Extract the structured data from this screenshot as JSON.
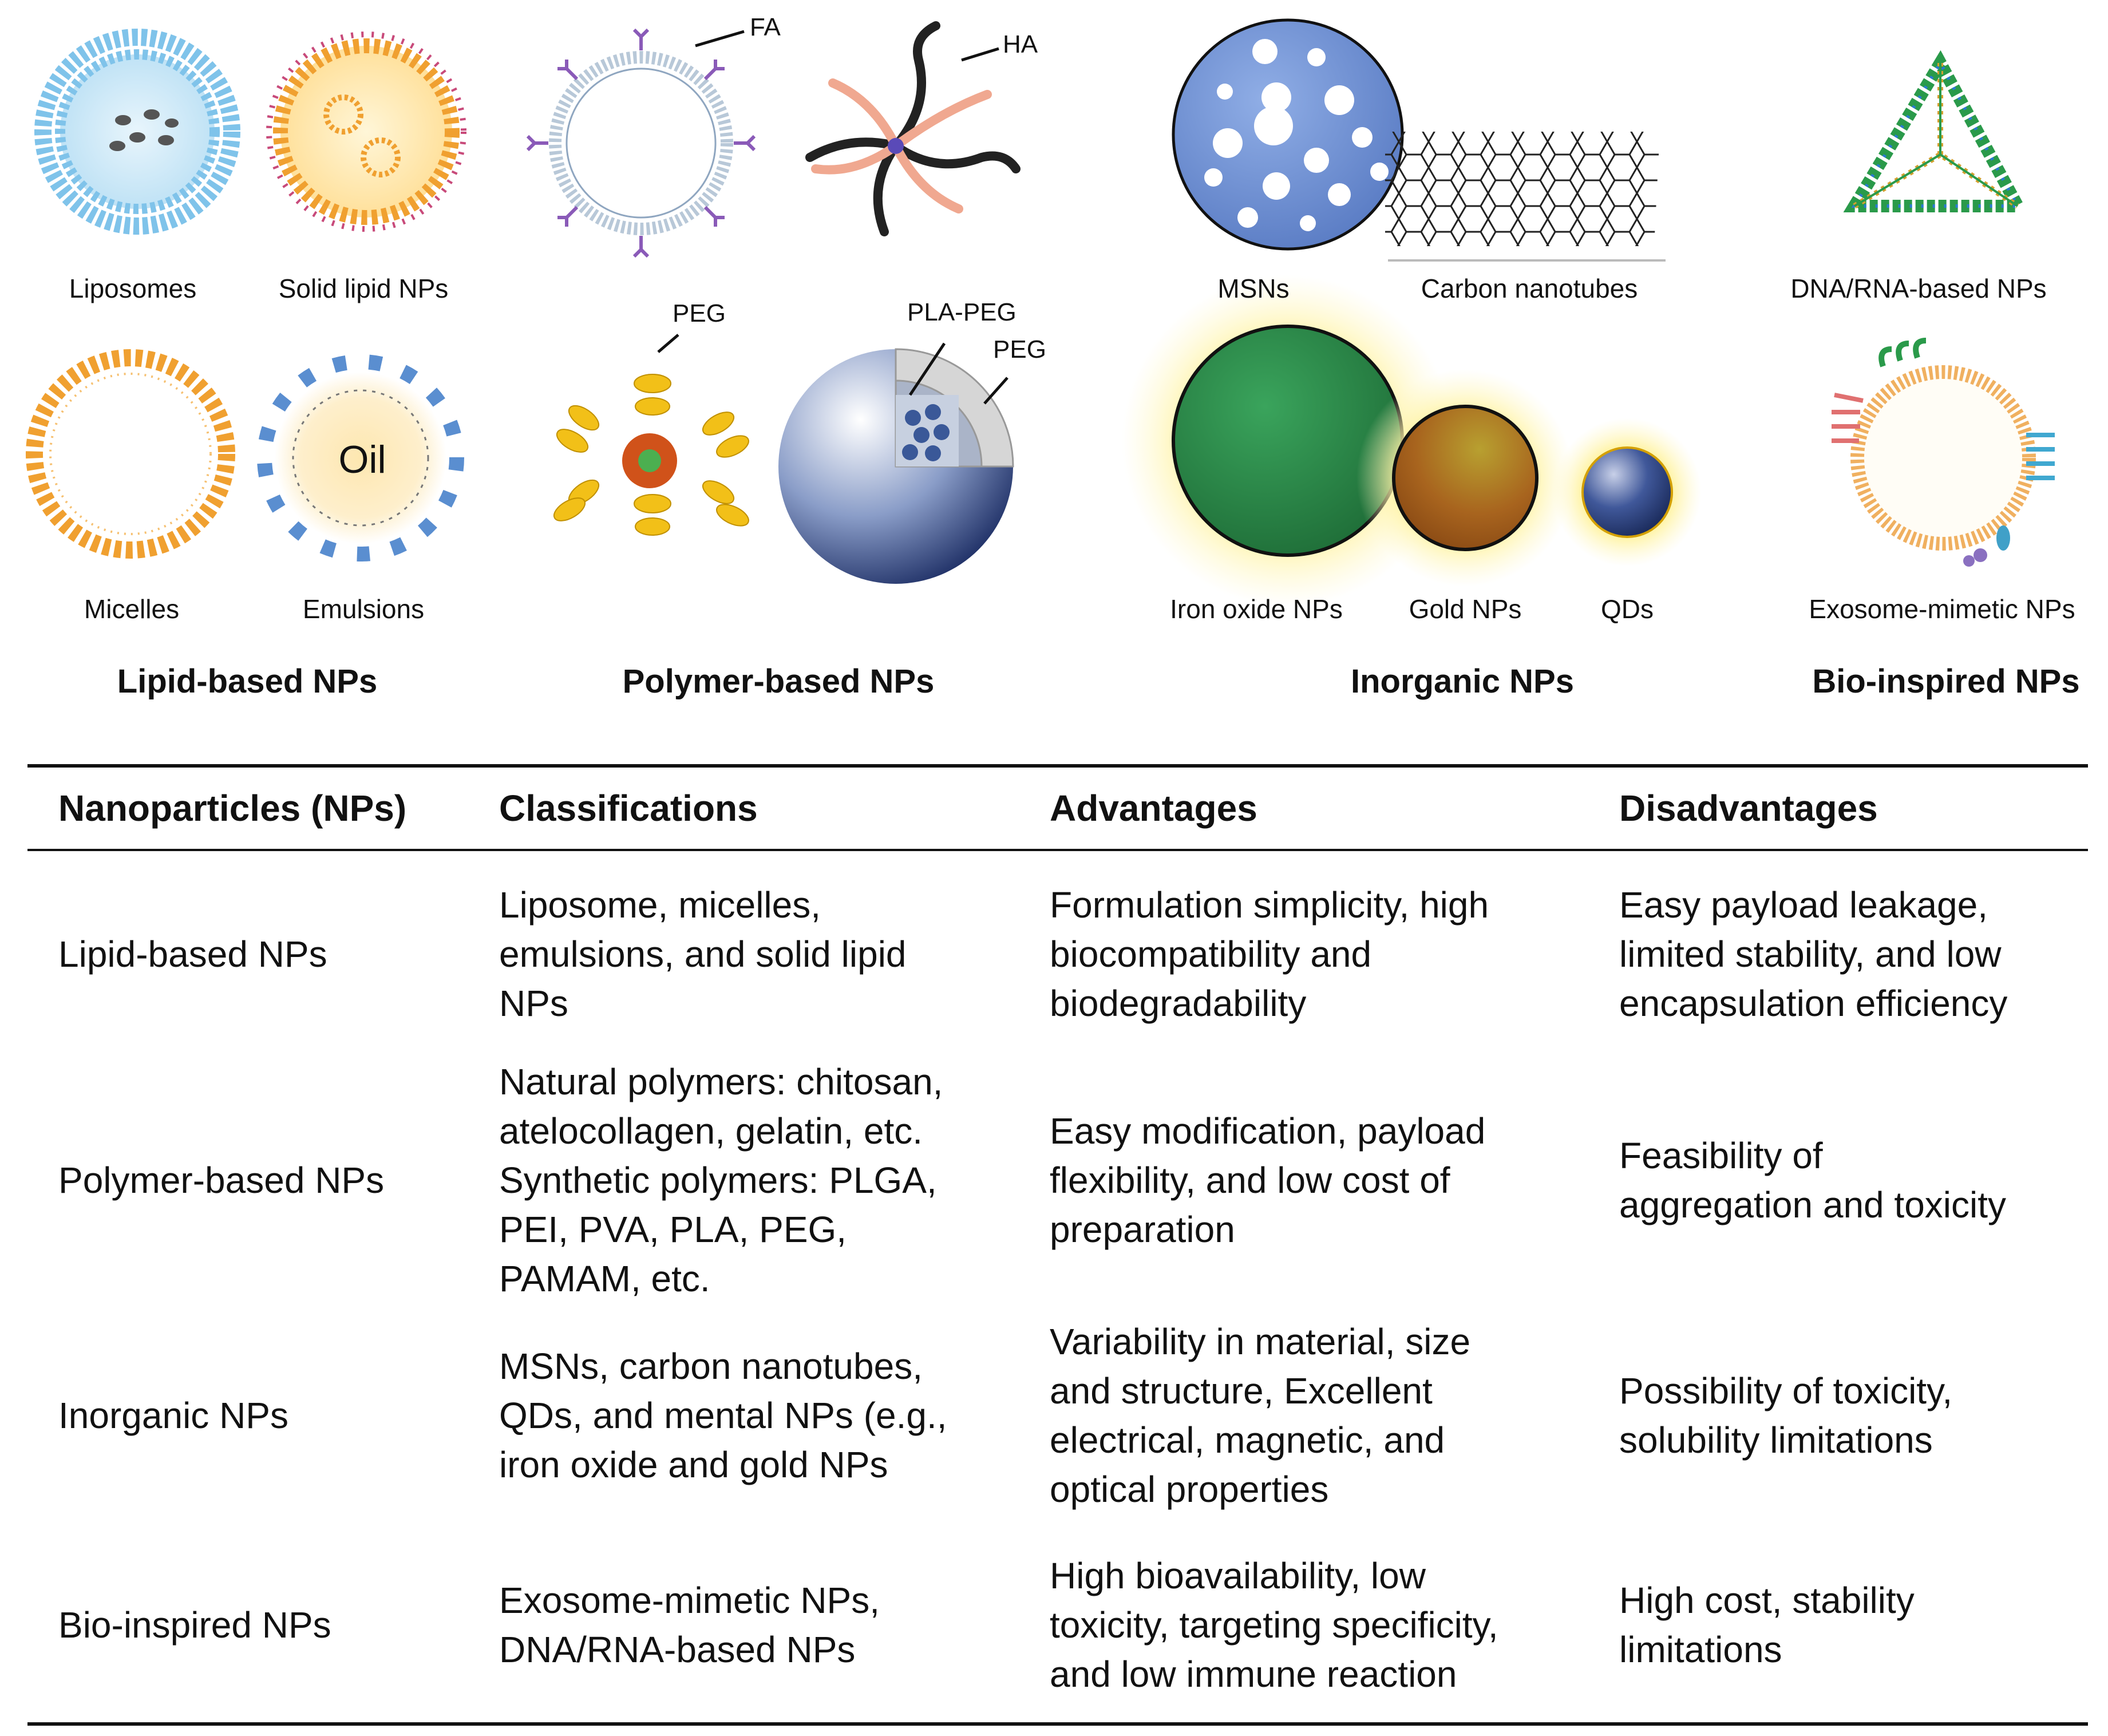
{
  "figure": {
    "groups": {
      "lipid": "Lipid-based NPs",
      "polymer": "Polymer-based NPs",
      "inorganic": "Inorganic NPs",
      "bio": "Bio-inspired NPs"
    },
    "labels": {
      "liposomes": "Liposomes",
      "solid_lipid": "Solid lipid NPs",
      "micelles": "Micelles",
      "emulsions": "Emulsions",
      "msns": "MSNs",
      "carbon_nanotubes": "Carbon nanotubes",
      "dna_rna": "DNA/RNA-based NPs",
      "iron_oxide": "Iron oxide NPs",
      "gold": "Gold NPs",
      "qds": "QDs",
      "exosome": "Exosome-mimetic NPs"
    },
    "annotations": {
      "fa": "FA",
      "ha": "HA",
      "peg_left": "PEG",
      "pla_peg": "PLA-PEG",
      "peg_right": "PEG",
      "oil": "Oil"
    },
    "colors": {
      "liposome_blue": "#7fc3ea",
      "lipid_orange": "#f0a030",
      "msn_blue": "#6f8fd0",
      "iron_green": "#2e8b4a",
      "gold_brown": "#a0641e",
      "qd_navy": "#2a3f7a",
      "glow_yellow": "#fff2a0"
    }
  },
  "table": {
    "headers": [
      "Nanoparticles (NPs)",
      "Classifications",
      "Advantages",
      "Disadvantages"
    ],
    "rows": [
      {
        "name": "Lipid-based NPs",
        "classifications": [
          "Liposome, micelles,",
          "emulsions, and solid lipid",
          "NPs"
        ],
        "advantages": [
          "Formulation simplicity, high",
          "biocompatibility and",
          "biodegradability"
        ],
        "disadvantages": [
          "Easy payload leakage,",
          "limited stability, and low",
          "encapsulation efficiency"
        ]
      },
      {
        "name": "Polymer-based NPs",
        "classifications": [
          "Natural polymers: chitosan,",
          "atelocollagen, gelatin, etc.",
          "Synthetic polymers: PLGA,",
          "PEI, PVA, PLA, PEG,",
          "PAMAM, etc."
        ],
        "advantages": [
          "Easy modification, payload",
          "flexibility, and low cost of",
          "preparation"
        ],
        "disadvantages": [
          "Feasibility of",
          "aggregation and toxicity"
        ]
      },
      {
        "name": "Inorganic NPs",
        "classifications": [
          "MSNs, carbon nanotubes,",
          "QDs, and mental NPs (e.g.,",
          "iron oxide and gold NPs"
        ],
        "advantages": [
          "Variability in material, size",
          "and structure, Excellent",
          "electrical, magnetic, and",
          "optical properties"
        ],
        "disadvantages": [
          "Possibility of toxicity,",
          "solubility limitations"
        ]
      },
      {
        "name": "Bio-inspired NPs",
        "classifications": [
          "Exosome-mimetic NPs,",
          "DNA/RNA-based NPs"
        ],
        "advantages": [
          "High bioavailability, low",
          "toxicity, targeting specificity,",
          "and low immune reaction"
        ],
        "disadvantages": [
          "High cost, stability",
          "limitations"
        ]
      }
    ]
  }
}
